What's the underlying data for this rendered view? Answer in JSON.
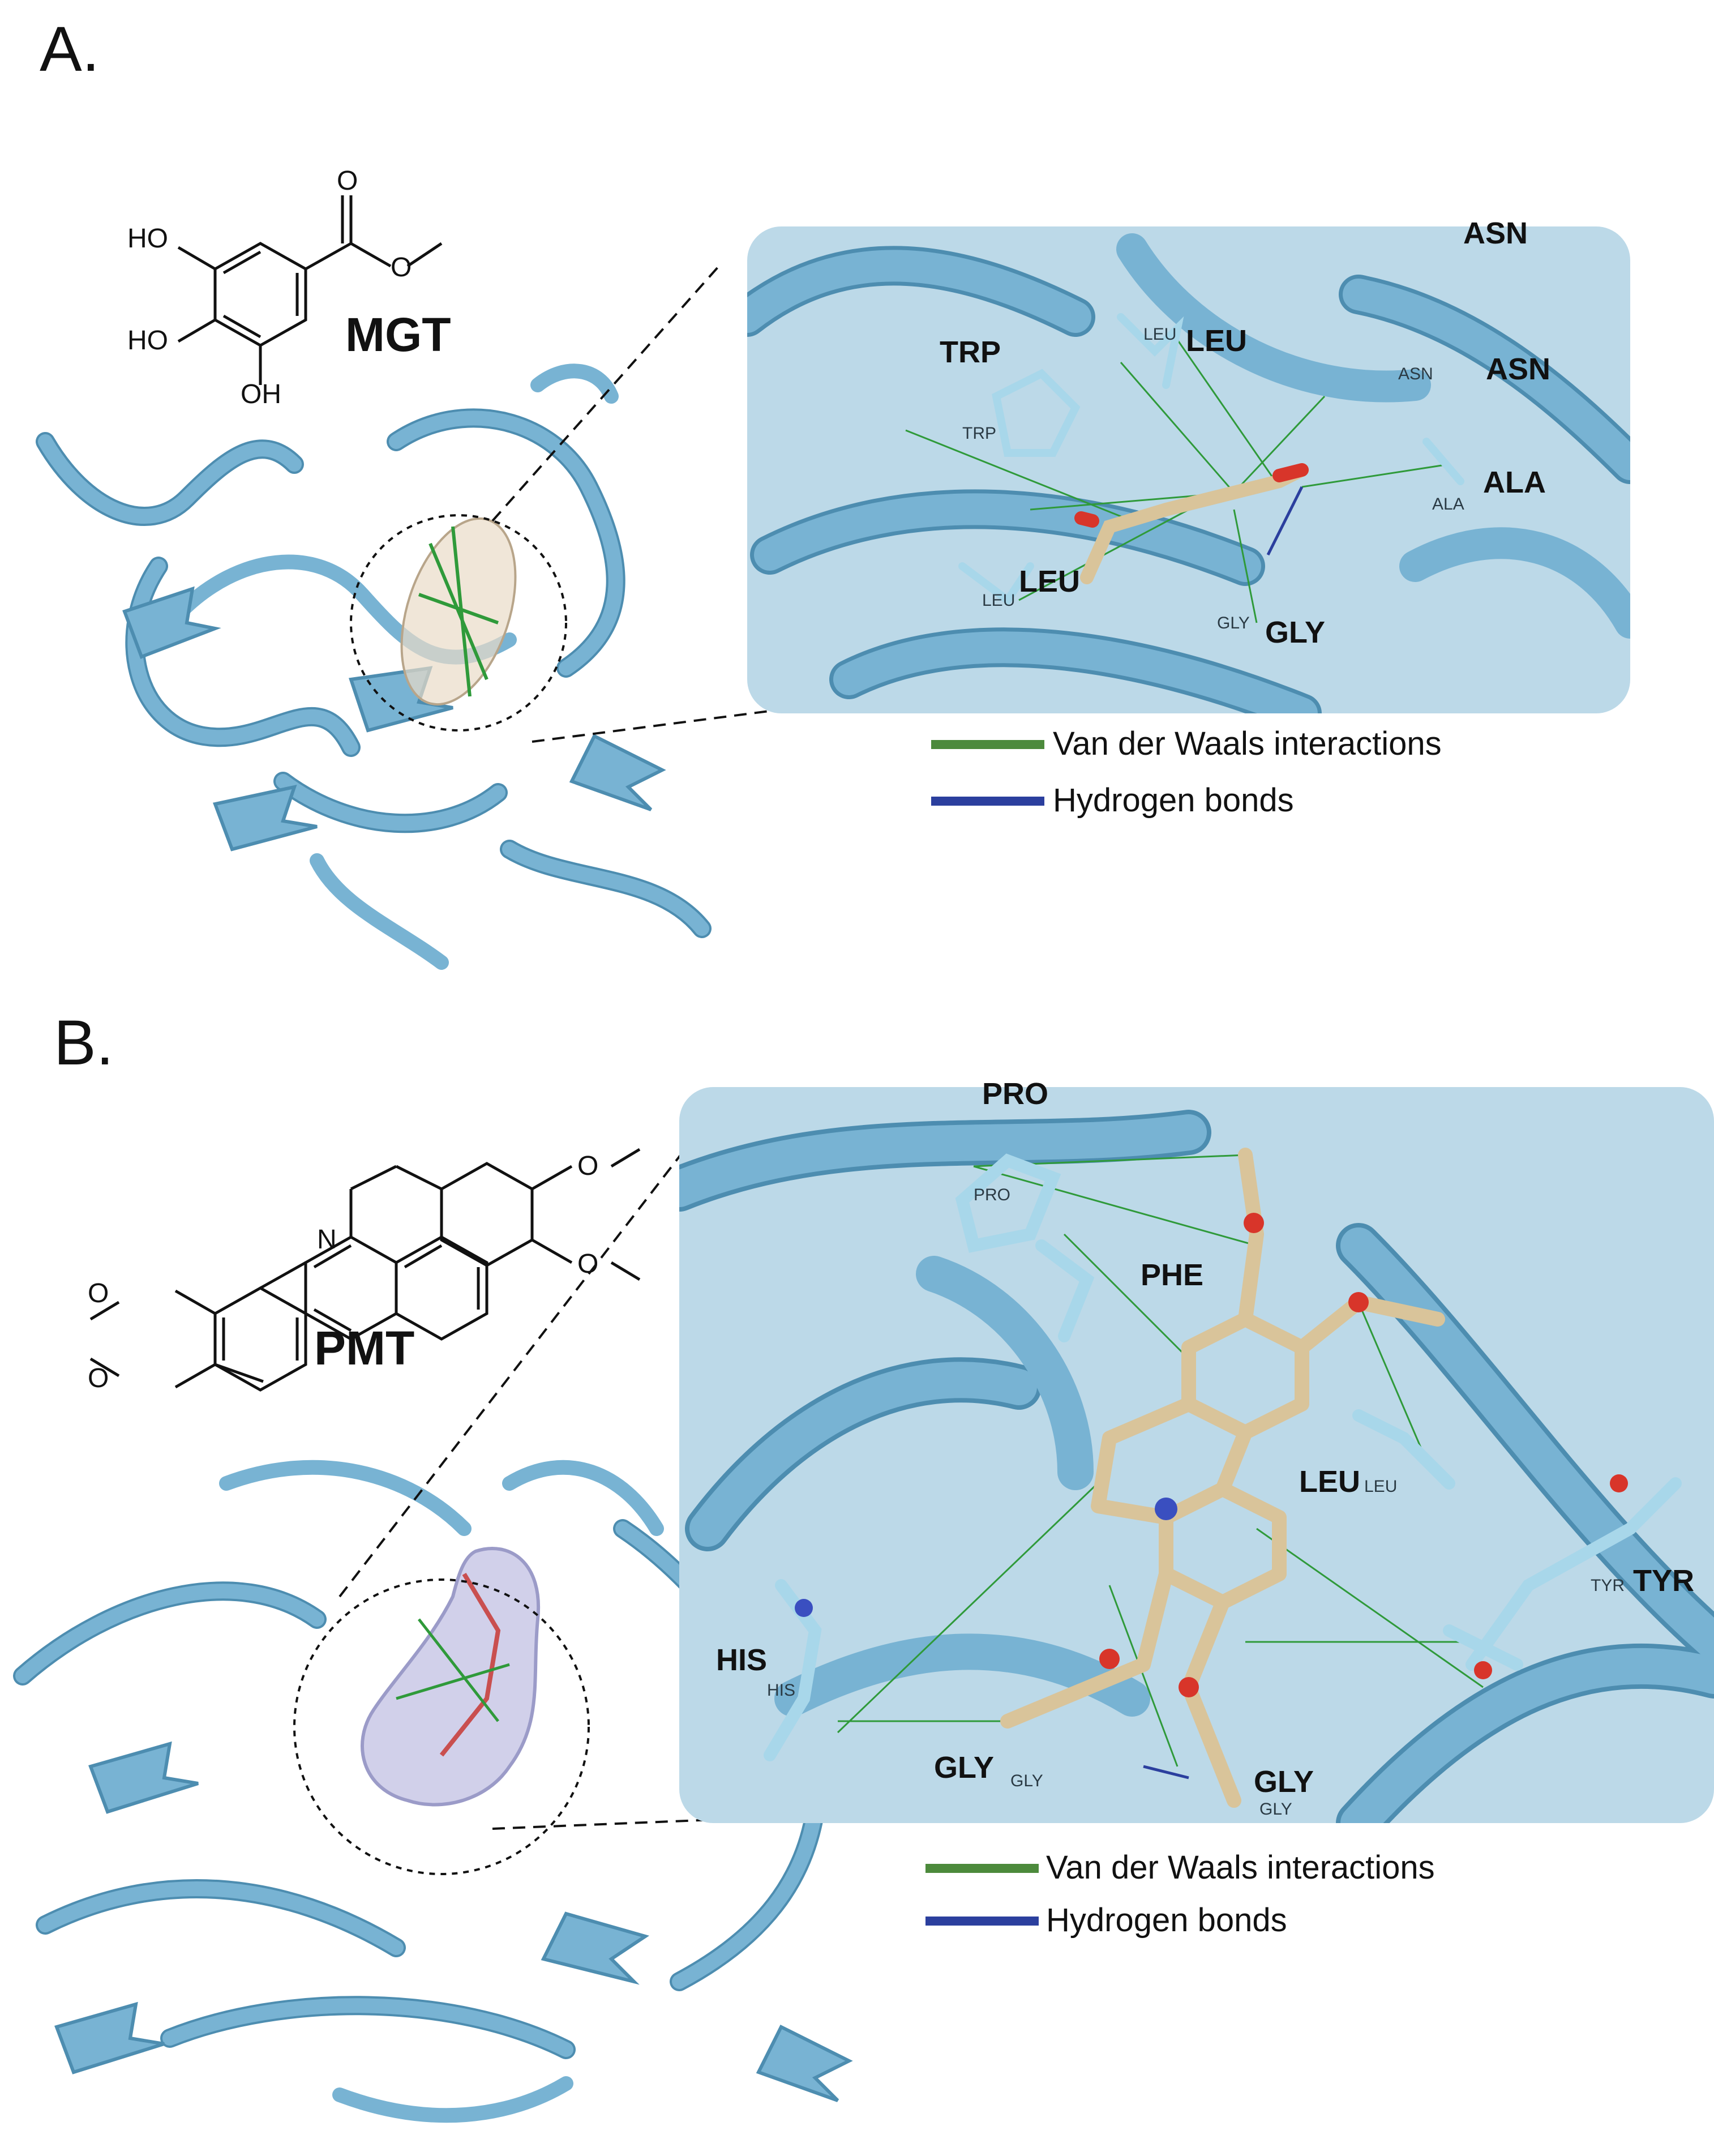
{
  "panels": [
    {
      "id": "A",
      "letter": "A.",
      "molecule_name": "MGT",
      "atom_labels": [
        "HO",
        "HO",
        "OH",
        "O",
        "O"
      ],
      "residues": [
        {
          "big": "TRP",
          "small": "TRP"
        },
        {
          "big": "LEU",
          "small": "LEU"
        },
        {
          "big": "ASN",
          "small": ""
        },
        {
          "big": "ASN",
          "small": "ASN"
        },
        {
          "big": "ALA",
          "small": "ALA"
        },
        {
          "big": "LEU",
          "small": "LEU"
        },
        {
          "big": "GLY",
          "small": "GLY"
        }
      ],
      "legend": [
        {
          "label": "Van der Waals interactions",
          "color": "#4c8a3c"
        },
        {
          "label": "Hydrogen bonds",
          "color": "#2b3f9e"
        }
      ]
    },
    {
      "id": "B",
      "letter": "B.",
      "molecule_name": "PMT",
      "atom_labels": [
        "N",
        "O",
        "O",
        "O",
        "O"
      ],
      "residues": [
        {
          "big": "PRO",
          "small": "PRO"
        },
        {
          "big": "PHE",
          "small": ""
        },
        {
          "big": "LEU",
          "small": "LEU"
        },
        {
          "big": "TYR",
          "small": "TYR"
        },
        {
          "big": "HIS",
          "small": "HIS"
        },
        {
          "big": "GLY",
          "small": "GLY"
        },
        {
          "big": "GLY",
          "small": "GLY"
        }
      ],
      "legend": [
        {
          "label": "Van der Waals interactions",
          "color": "#4c8a3c"
        },
        {
          "label": "Hydrogen bonds",
          "color": "#2b3f9e"
        }
      ]
    }
  ],
  "colors": {
    "protein_ribbon": "#78b3d3",
    "ribbon_dark": "#4d8db0",
    "ligand_carbon": "#d9c49a",
    "oxygen": "#d8352a",
    "nitrogen": "#3a4fc0",
    "hydrogen": "#f4f4f4",
    "vdw": "#2f9a3a",
    "hbond": "#2b3f9e"
  }
}
